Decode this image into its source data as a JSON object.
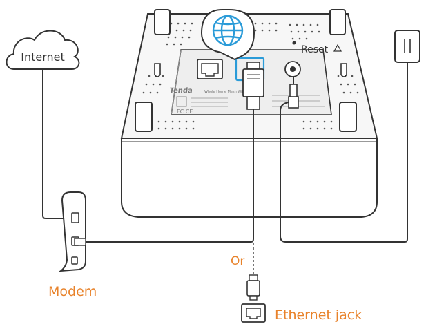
{
  "labels": {
    "internet": "Internet",
    "modem": "Modem",
    "or": "Or",
    "ethernet_jack": "Ethernet jack",
    "reset": "Reset"
  },
  "device_label": {
    "brand": "Tenda",
    "model_line": "Whole Home Mesh WiFi System",
    "cert": "FC CE"
  },
  "colors": {
    "accent_blue": "#2a9bd8",
    "orange": "#e8822a",
    "line": "#333333",
    "device_fill": "#f7f7f7",
    "port_bay": "#eeeeee"
  },
  "icons": [
    "cloud-icon",
    "globe-icon",
    "power-adapter-icon",
    "ethernet-jack-icon",
    "reset-icon"
  ]
}
